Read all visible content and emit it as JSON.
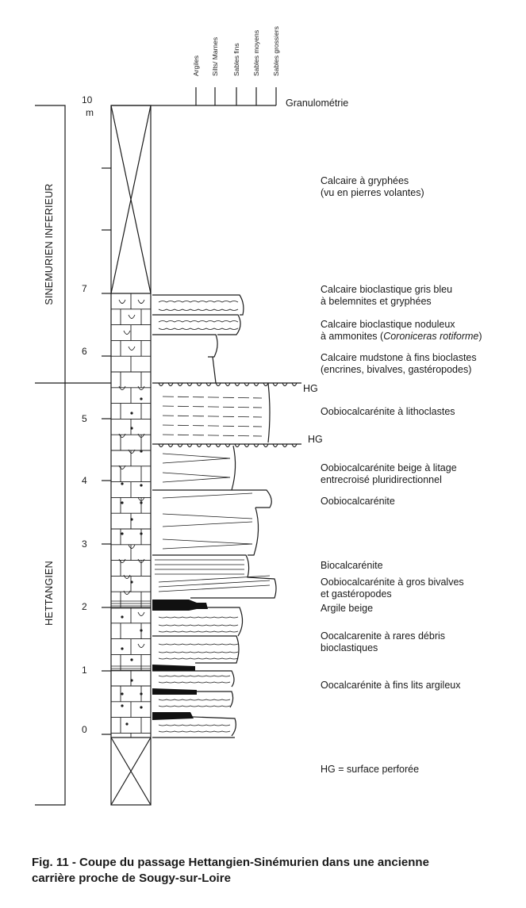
{
  "grain_sizes": [
    "Argiles",
    "Silts/ Marnes",
    "Sables fins",
    "Sables moyens",
    "Sables grossiers"
  ],
  "granulometrie_label": "Granulométrie",
  "depth_unit": "m",
  "depth_ticks": [
    "0",
    "1",
    "2",
    "3",
    "4",
    "5",
    "6",
    "7",
    "10"
  ],
  "stages": [
    "SINEMURIEN INFERIEUR",
    "HETTANGIEN"
  ],
  "hg_label": "HG",
  "descriptions": [
    {
      "lines": [
        "Calcaire à gryphées",
        "(vu en pierres volantes)"
      ]
    },
    {
      "lines": [
        "Calcaire bioclastique gris bleu",
        "à belemnites et gryphées"
      ]
    },
    {
      "lines": [
        "Calcaire bioclastique noduleux",
        "à ammonites (",
        "Coroniceras rotiforme",
        ")"
      ]
    },
    {
      "lines": [
        "Calcaire mudstone à fins bioclastes",
        "(encrines, bivalves, gastéropodes)"
      ]
    },
    {
      "lines": [
        "Oobiocalcarénite à lithoclastes"
      ]
    },
    {
      "lines": [
        "Oobiocalcarénite beige à litage",
        "entrecroisé pluridirectionnel"
      ]
    },
    {
      "lines": [
        "Oobiocalcarénite"
      ]
    },
    {
      "lines": [
        "Biocalcarénite"
      ]
    },
    {
      "lines": [
        "Oobiocalcarénite à gros bivalves",
        "et gastéropodes"
      ]
    },
    {
      "lines": [
        "Argile beige"
      ]
    },
    {
      "lines": [
        "Oocalcarenite à rares débris",
        "bioclastiques"
      ]
    },
    {
      "lines": [
        "Oocalcarénite à fins lits argileux"
      ]
    }
  ],
  "legend": "HG = surface perforée",
  "caption": [
    "Fig. 11 - Coupe du passage Hettangien-Sinémurien dans une ancienne",
    "carrière proche de Sougy-sur-Loire"
  ],
  "colors": {
    "ink": "#1a1a1a",
    "background": "#ffffff",
    "clay": "#111111"
  }
}
